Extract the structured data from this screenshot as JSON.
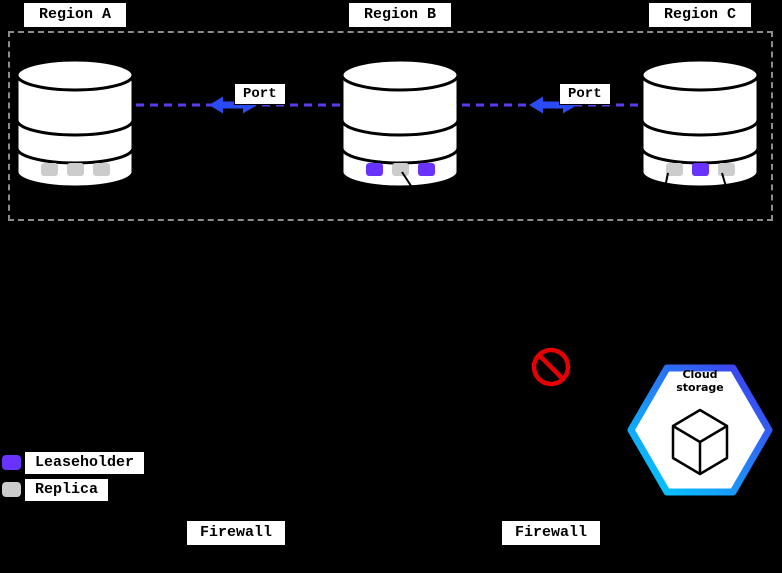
{
  "regions": [
    {
      "label": "Region A",
      "squares": [
        "replica",
        "replica",
        "replica"
      ]
    },
    {
      "label": "Region B",
      "squares": [
        "leaseholder",
        "replica",
        "leaseholder"
      ]
    },
    {
      "label": "Region C",
      "squares": [
        "replica",
        "leaseholder",
        "replica"
      ]
    }
  ],
  "links": [
    {
      "label": "Port"
    },
    {
      "label": "Port"
    }
  ],
  "legend": {
    "leaseholder_label": "Leaseholder",
    "replica_label": "Replica"
  },
  "cloud_storage": {
    "label": "Cloud storage"
  },
  "firewalls": [
    {
      "label": "Firewall"
    },
    {
      "label": "Firewall"
    }
  ],
  "colors": {
    "leaseholder": "#6933ff",
    "replica": "#cccccc",
    "link_dash": "#5f3bf0",
    "arrow": "#2b4bf2",
    "prohibited": "#e60000",
    "hex_gradient_start": "#00d4ff",
    "hex_gradient_end": "#4433ee"
  }
}
